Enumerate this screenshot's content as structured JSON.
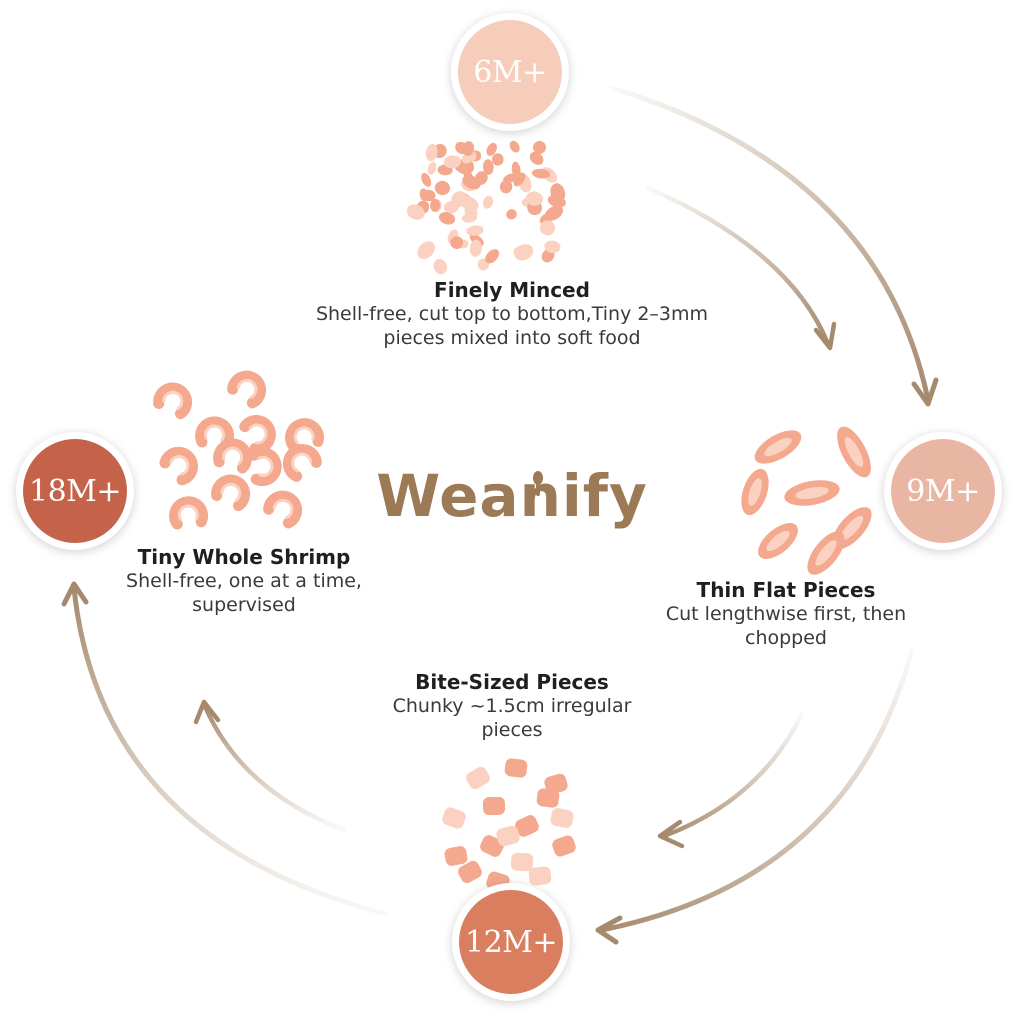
{
  "colors": {
    "arrow": "#a68a6e",
    "shrimp_main": "#f4a88e",
    "shrimp_light": "#fbd2c2",
    "logo": "#9c7a55"
  },
  "logo": {
    "text": "Weanify"
  },
  "stages": [
    {
      "key": "6m",
      "age": "6M+",
      "color": "#f6cdbb",
      "title": "Finely Minced",
      "desc_line1": "Shell-free, cut top to bottom,Tiny 2–3mm",
      "desc_line2": "pieces mixed into soft food"
    },
    {
      "key": "9m",
      "age": "9M+",
      "color": "#e9b6a4",
      "title": "Thin Flat Pieces",
      "desc_line1": "Cut lengthwise first, then",
      "desc_line2": "chopped"
    },
    {
      "key": "12m",
      "age": "12M+",
      "color": "#d97e5e",
      "title": "Bite-Sized Pieces",
      "desc_line1": "Chunky ~1.5cm irregular",
      "desc_line2": "pieces"
    },
    {
      "key": "18m",
      "age": "18M+",
      "color": "#c4634a",
      "title": "Tiny Whole Shrimp",
      "desc_line1": "Shell-free, one at a time,",
      "desc_line2": "supervised"
    }
  ]
}
